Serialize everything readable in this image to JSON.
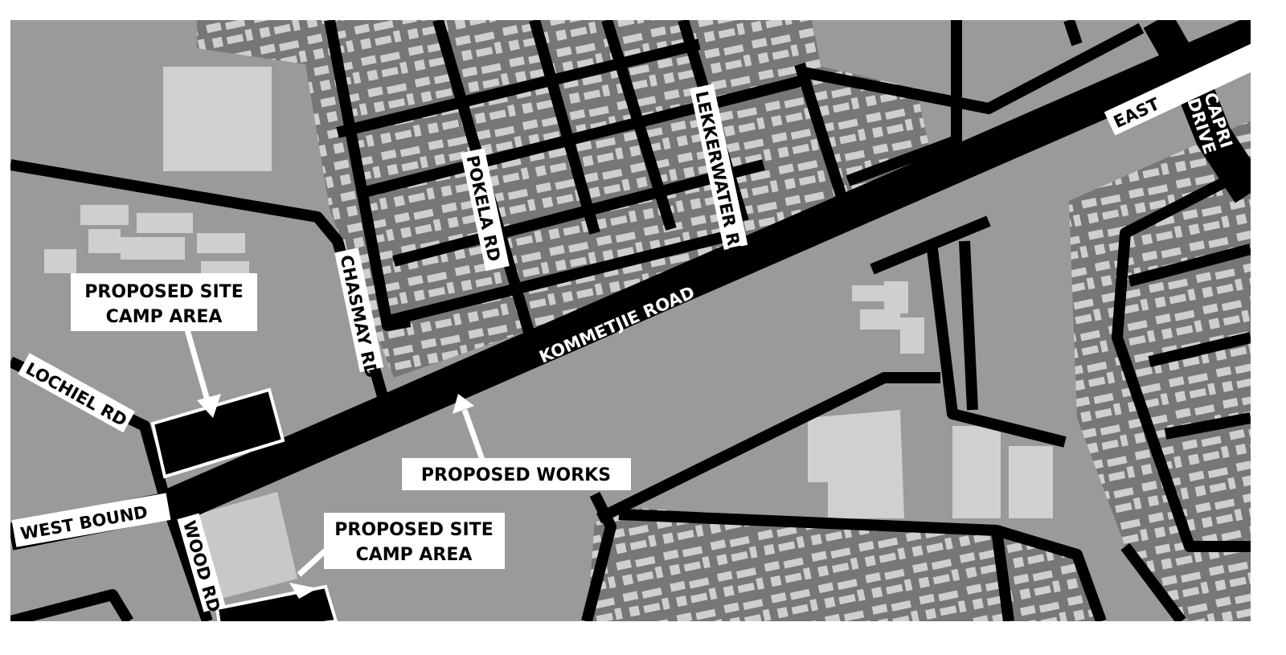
{
  "colors": {
    "base": "#9a9a9a",
    "residential": "#777777",
    "building": "#cfcfcf",
    "road": "#000000",
    "label_bg": "#ffffff"
  },
  "roads": {
    "kommetjie": "KOMMETJIE ROAD",
    "east": "EAST",
    "capri_line1": "CAPRI",
    "capri_line2": "DRIVE",
    "pokela": "POKELA RD",
    "lekkerwater": "LEKKERWATER RD",
    "chasmay": "CHASMAY RD",
    "lochiel": "LOCHIEL RD",
    "west_bound": "WEST BOUND",
    "wood": "WOOD RD"
  },
  "callouts": {
    "site_camp_1_line1": "PROPOSED SITE",
    "site_camp_1_line2": "CAMP AREA",
    "site_camp_2_line1": "PROPOSED SITE",
    "site_camp_2_line2": "CAMP AREA",
    "works": "PROPOSED WORKS"
  }
}
